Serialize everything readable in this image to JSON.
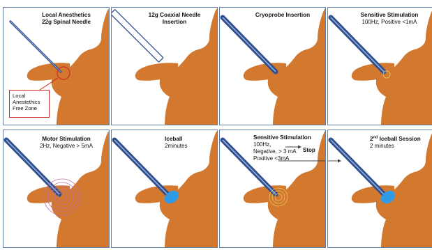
{
  "colors": {
    "tissue": "#d2782f",
    "needle": "#2f4f8f",
    "panel_border": "#5f7ea8",
    "iceball": "#2f9be8",
    "box_border": "#d02828"
  },
  "panels": [
    {
      "line1": "Local Anesthetics",
      "line2": "22g Spinal Needle"
    },
    {
      "line1": "12g Coaxial Needle",
      "line2": "Insertion"
    },
    {
      "line1": "Cryoprobe Insertion",
      "line2": ""
    },
    {
      "line1": "Sensitive Stimulation",
      "line2": "100Hz, Positive <1mA"
    },
    {
      "line1": "Motor Stimulation",
      "line2": "2Hz, Negative > 5mA"
    },
    {
      "line1": "Iceball",
      "line2": "2minutes"
    },
    {
      "line1": "Sensitive Stimulation",
      "line2": "100Hz,",
      "line3": "Negative, > 3 mA",
      "line4": "Positive <3mA"
    },
    {
      "line1_pre": "2",
      "line1_sup": "nd",
      "line1_post": " Iceball Session",
      "line2": "2 minutes"
    }
  ],
  "callout": {
    "line1": "Local",
    "line2": "Anestethics",
    "line3": "Free Zone"
  },
  "stop_label": "Stop"
}
